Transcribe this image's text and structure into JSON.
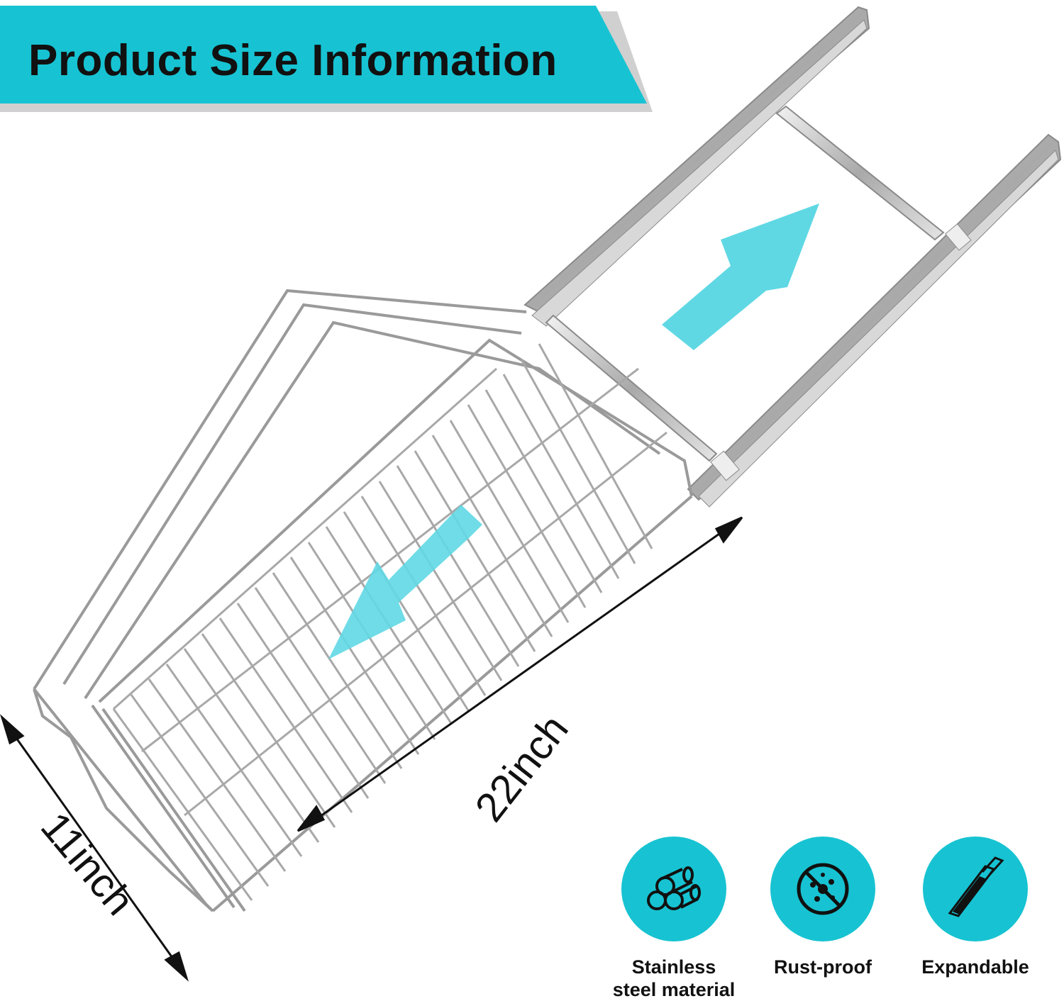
{
  "banner": {
    "title": "Product Size Information"
  },
  "dimensions": {
    "length": "22inch",
    "width": "11inch"
  },
  "features": [
    {
      "label_line1": "Stainless",
      "label_line2": "steel material",
      "icon": "logs-icon"
    },
    {
      "label_line1": "Rust-proof",
      "label_line2": "",
      "icon": "no-rust-icon"
    },
    {
      "label_line1": "Expandable",
      "label_line2": "",
      "icon": "slide-rail-icon"
    }
  ],
  "colors": {
    "accent": "#17c3d2",
    "arrow": "#5fd8e4",
    "banner_shadow": "#cfcfcf"
  }
}
